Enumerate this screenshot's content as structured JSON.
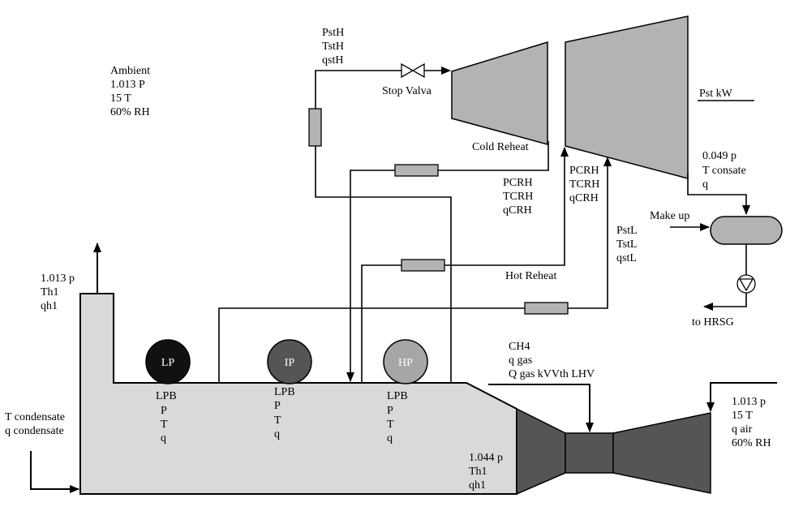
{
  "ambient": {
    "label": "Ambient",
    "p": "1.013 P",
    "t": "15 T",
    "rh": "60% RH"
  },
  "steam_hp_inlet": {
    "p": "PstH",
    "t": "TstH",
    "q": "qstH"
  },
  "stop_valve": "Stop Valva",
  "cold_reheat": {
    "label": "Cold Reheat",
    "p": "PCRH",
    "t": "TCRH",
    "q": "qCRH"
  },
  "hot_reheat": {
    "label": "Hot Reheat",
    "p": "PCRH",
    "t": "TCRH",
    "q": "qCRH"
  },
  "lp_steam": {
    "p": "PstL",
    "t": "TstL",
    "q": "qstL"
  },
  "power": "Pst kW",
  "condenser": {
    "p": "0.049 p",
    "t": "T consate",
    "q": "q"
  },
  "makeup": "Make up",
  "to_hrsg": "to HRSG",
  "stack": {
    "p": "1.013 p",
    "t": "Th1",
    "q": "qh1"
  },
  "feed": {
    "t": "T condensate",
    "q": "q condensate"
  },
  "drums": [
    {
      "name": "LP",
      "label": "LPB",
      "p": "P",
      "t": "T",
      "q": "q",
      "color": "#111111"
    },
    {
      "name": "IP",
      "label": "LPB",
      "p": "P",
      "t": "T",
      "q": "q",
      "color": "#555555"
    },
    {
      "name": "HP",
      "label": "LPB",
      "p": "P",
      "t": "T",
      "q": "q",
      "color": "#a6a6a6"
    }
  ],
  "fuel": {
    "species": "CH4",
    "q": "q gas",
    "lhv": "Q gas kVVth LHV"
  },
  "gt_exhaust": {
    "p": "1.044 p",
    "t": "Th1",
    "q": "qh1"
  },
  "air_inlet": {
    "p": "1.013 p",
    "t": "15 T",
    "q": "q air",
    "rh": "60% RH"
  },
  "colors": {
    "hrsg_fill": "#d9d9d9",
    "turbine_fill": "#b3b3b3",
    "gas_turbine_fill": "#555555",
    "heater_fill": "#b3b3b3"
  }
}
